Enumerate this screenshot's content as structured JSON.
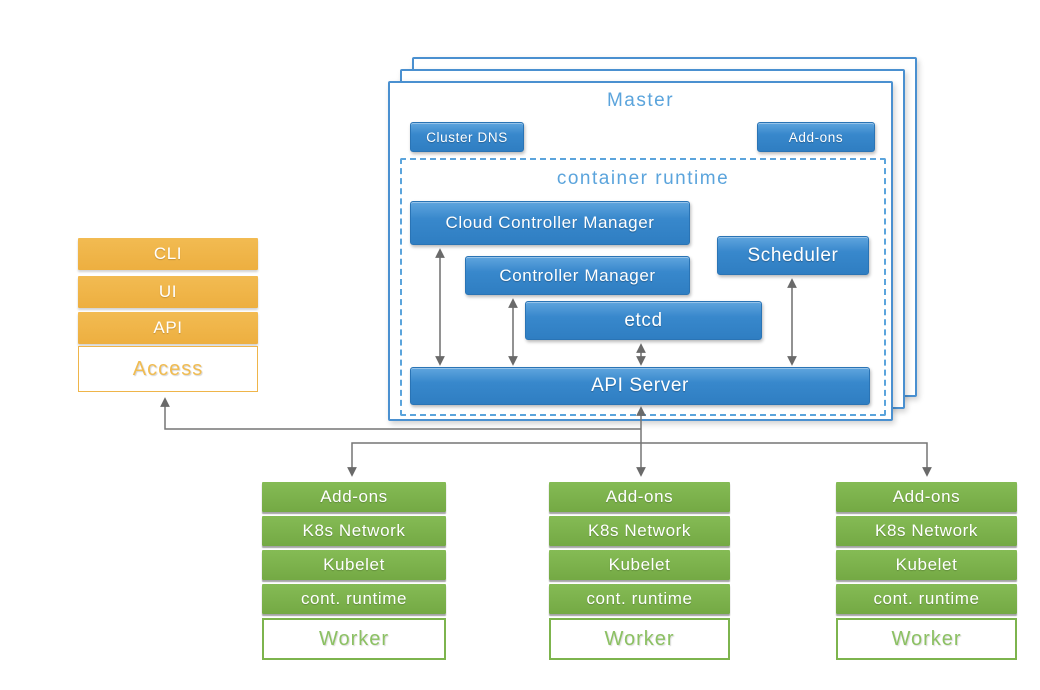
{
  "master": {
    "title": "Master",
    "cluster_dns": "Cluster DNS",
    "add_ons": "Add-ons",
    "container_runtime": "container runtime",
    "components": {
      "cloud_controller_manager": "Cloud Controller Manager",
      "controller_manager": "Controller Manager",
      "scheduler": "Scheduler",
      "etcd": "etcd",
      "api_server": "API Server"
    }
  },
  "access": {
    "items": [
      "CLI",
      "UI",
      "API"
    ],
    "label": "Access"
  },
  "workers": {
    "rows": [
      "Add-ons",
      "K8s Network",
      "Kubelet",
      "cont. runtime"
    ],
    "label": "Worker",
    "count": 3
  },
  "colors": {
    "blue": "#3787CB",
    "blue_light": "#5BA4DC",
    "orange": "#F0B44A",
    "green": "#7CB34C",
    "connector_gray": "#6E6E6E"
  }
}
